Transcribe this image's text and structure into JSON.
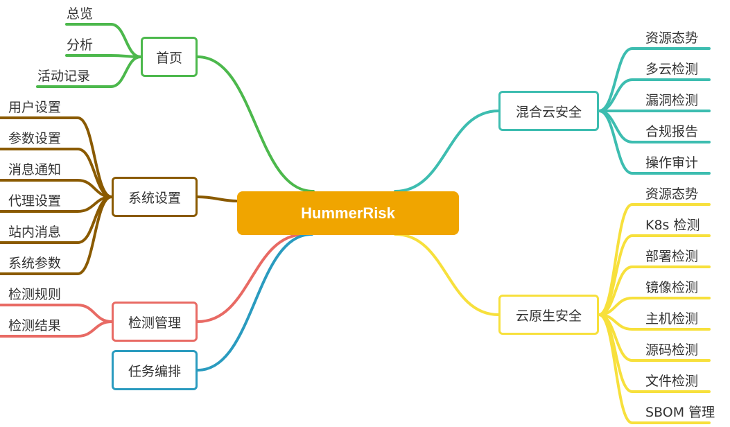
{
  "center": {
    "label": "HummerRisk",
    "color": "#f0a500"
  },
  "branches": {
    "home": {
      "label": "首页",
      "color": "#4cb84c",
      "children": [
        "总览",
        "分析",
        "活动记录"
      ]
    },
    "settings": {
      "label": "系统设置",
      "color": "#8a5a00",
      "children": [
        "用户设置",
        "参数设置",
        "消息通知",
        "代理设置",
        "站内消息",
        "系统参数"
      ]
    },
    "detection": {
      "label": "检测管理",
      "color": "#e86a64",
      "children": [
        "检测规则",
        "检测结果"
      ]
    },
    "tasks": {
      "label": "任务编排",
      "color": "#2a9bbf",
      "children": []
    },
    "hybrid": {
      "label": "混合云安全",
      "color": "#3dbdb0",
      "children": [
        "资源态势",
        "多云检测",
        "漏洞检测",
        "合规报告",
        "操作审计"
      ]
    },
    "cloudnative": {
      "label": "云原生安全",
      "color": "#f7e03c",
      "children": [
        "资源态势",
        "K8s 检测",
        "部署检测",
        "镜像检测",
        "主机检测",
        "源码检测",
        "文件检测",
        "SBOM 管理"
      ]
    }
  }
}
